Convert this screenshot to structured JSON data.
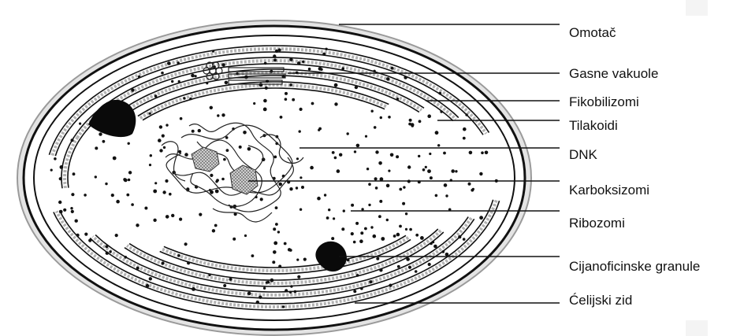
{
  "labels": [
    {
      "id": "omotac",
      "text": "Omotač"
    },
    {
      "id": "gasne-vakuole",
      "text": "Gasne vakuole"
    },
    {
      "id": "fikobilizomi",
      "text": "Fikobilizomi"
    },
    {
      "id": "tilakoidi",
      "text": "Tilakoidi"
    },
    {
      "id": "dnk",
      "text": "DNK"
    },
    {
      "id": "karboksizomi",
      "text": "Karboksizomi"
    },
    {
      "id": "ribozomi",
      "text": "Ribozomi"
    },
    {
      "id": "cijanoficinske-granule",
      "text": "Cijanoficinske granule"
    },
    {
      "id": "celijski-zid",
      "text": "Ćelijski zid"
    }
  ],
  "colors": {
    "outline": "#111111",
    "wall_fill": "#e4e4e4",
    "phycobilisome": "#b3b3b3",
    "granule": "#0a0a0a",
    "carboxysome": "#9a9a9a"
  }
}
